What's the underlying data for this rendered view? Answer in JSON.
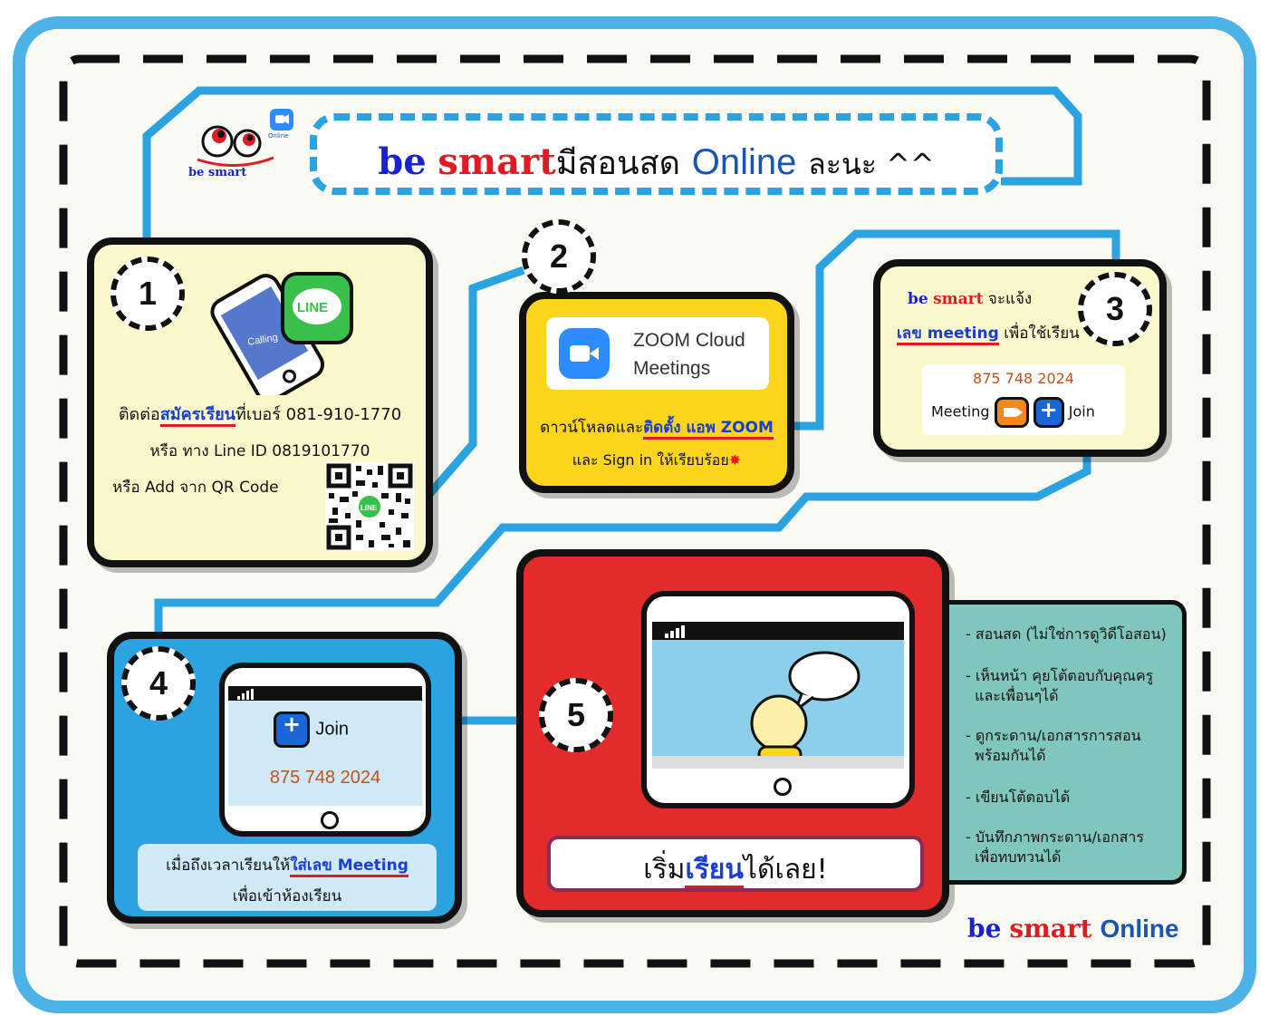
{
  "title": {
    "be": "be",
    "smart": "smart",
    "rest": "มีสอนสด",
    "online": "Online",
    "tail": "ละนะ ^^"
  },
  "logo": {
    "text": "be smart",
    "badge": "Online"
  },
  "step1": {
    "number": "1",
    "calling": "Calling",
    "line_logo": "LINE",
    "line1_pre": "ติดต่อ",
    "line1_em": "สมัครเรียน",
    "line1_post": "ที่เบอร์ 081-910-1770",
    "line2": "หรือ ทาง Line ID 0819101770",
    "line3": "หรือ Add จาก QR Code",
    "qr_badge": "LINE"
  },
  "step2": {
    "number": "2",
    "app_name1": "ZOOM Cloud",
    "app_name2": "Meetings",
    "line1_pre": "ดาวน์โหลดและ",
    "line1_em": "ติดตั้ง แอพ ZOOM",
    "line2": "และ Sign in ให้เรียบร้อย"
  },
  "step3": {
    "number": "3",
    "be": "be",
    "smart": "smart",
    "line1_post": "จะแจ้ง",
    "line2_em": "เลข meeting",
    "line2_post": "เพื่อใช้เรียน",
    "meeting_id": "875 748 2024",
    "meeting_label": "Meeting",
    "join_label": "Join"
  },
  "step4": {
    "number": "4",
    "join_label": "Join",
    "meeting_id": "875 748 2024",
    "line1_pre": "เมื่อถึงเวลาเรียนให้",
    "line1_em": "ใส่เลข Meeting",
    "line2": "เพื่อเข้าห้องเรียน"
  },
  "step5": {
    "number": "5",
    "cta_pre": "เริ่ม",
    "cta_em": "เรียน",
    "cta_post": "ได้เลย!"
  },
  "benefits": [
    "- สอนสด (ไม่ใช่การดูวิดีโอสอน)",
    "- เห็นหน้า คุยโต้ตอบกับคุณครู",
    "  และเพื่อนๆได้",
    "- ดูกระดาน/เอกสารการสอน",
    "  พร้อมกันได้",
    "- เขียนโต้ตอบได้",
    "- บันทึกภาพกระดาน/เอกสาร",
    "  เพื่อทบทวนได้"
  ],
  "footer": {
    "be": "be",
    "smart": "smart",
    "online": "Online"
  },
  "colors": {
    "frame": "#4db3e6",
    "step1": "#fbf8cc",
    "step2": "#fcd51c",
    "step4": "#2aa3e0",
    "step5": "#e42b2b",
    "benefits": "#7fc7bd",
    "accent_blue": "#1a22d0",
    "accent_red": "#e01b24"
  }
}
